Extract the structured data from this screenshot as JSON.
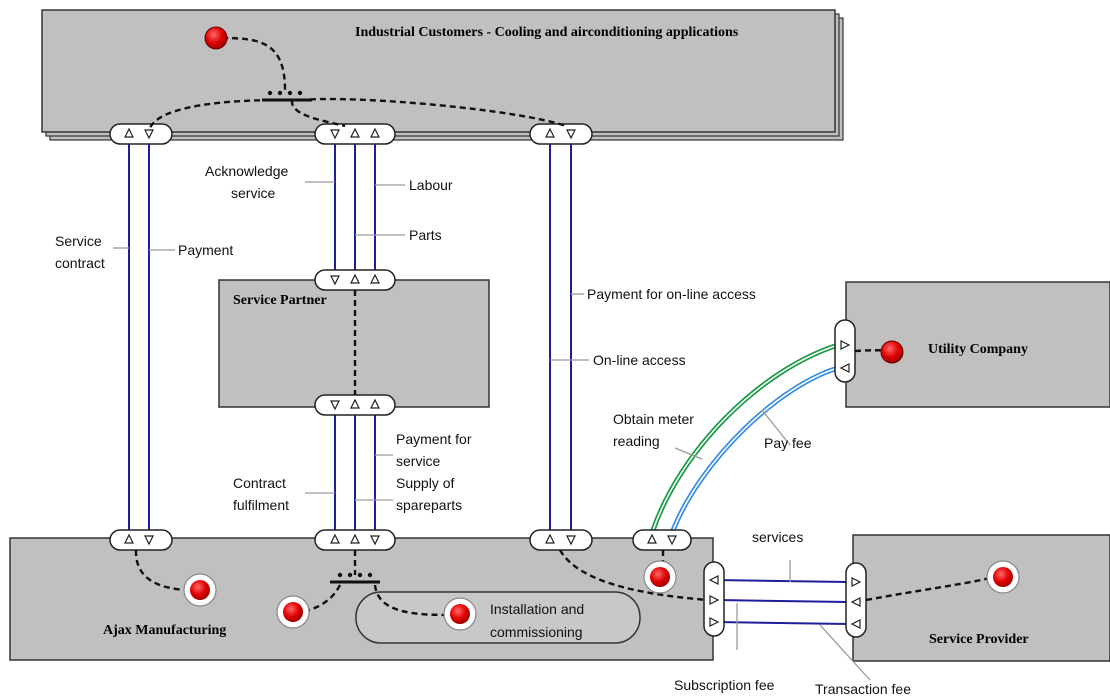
{
  "actors": {
    "industrial_customers": "Industrial Customers - Cooling and airconditioning applications",
    "service_partner": "Service Partner",
    "utility_company": "Utility Company",
    "ajax_manufacturing": "Ajax Manufacturing",
    "service_provider": "Service Provider"
  },
  "activity": {
    "installation": "Installation and commissioning",
    "installation_line1": "Installation and",
    "installation_line2": "commissioning"
  },
  "value_transfers": {
    "service_contract_l1": "Service",
    "service_contract_l2": "contract",
    "payment": "Payment",
    "acknowledge_l1": "Acknowledge",
    "acknowledge_l2": "service",
    "labour": "Labour",
    "parts": "Parts",
    "payment_online": "Payment for on-line access",
    "online_access": "On-line access",
    "obtain_meter_l1": "Obtain meter",
    "obtain_meter_l2": "reading",
    "pay_fee": "Pay fee",
    "payment_service_l1": "Payment for",
    "payment_service_l2": "service",
    "contract_fulfilment_l1": "Contract",
    "contract_fulfilment_l2": "fulfilment",
    "supply_parts_l1": "Supply of",
    "supply_parts_l2": "spareparts",
    "services": "services",
    "subscription_fee": "Subscription fee",
    "transaction_fee": "Transaction fee"
  },
  "colors": {
    "actor_fill": "#c0c0c0",
    "value_transfer": "#1e1e9a",
    "meter_reading": "#1f9a4a",
    "pay_fee": "#3a8fe0",
    "start_stimulus": "#dd0000"
  }
}
